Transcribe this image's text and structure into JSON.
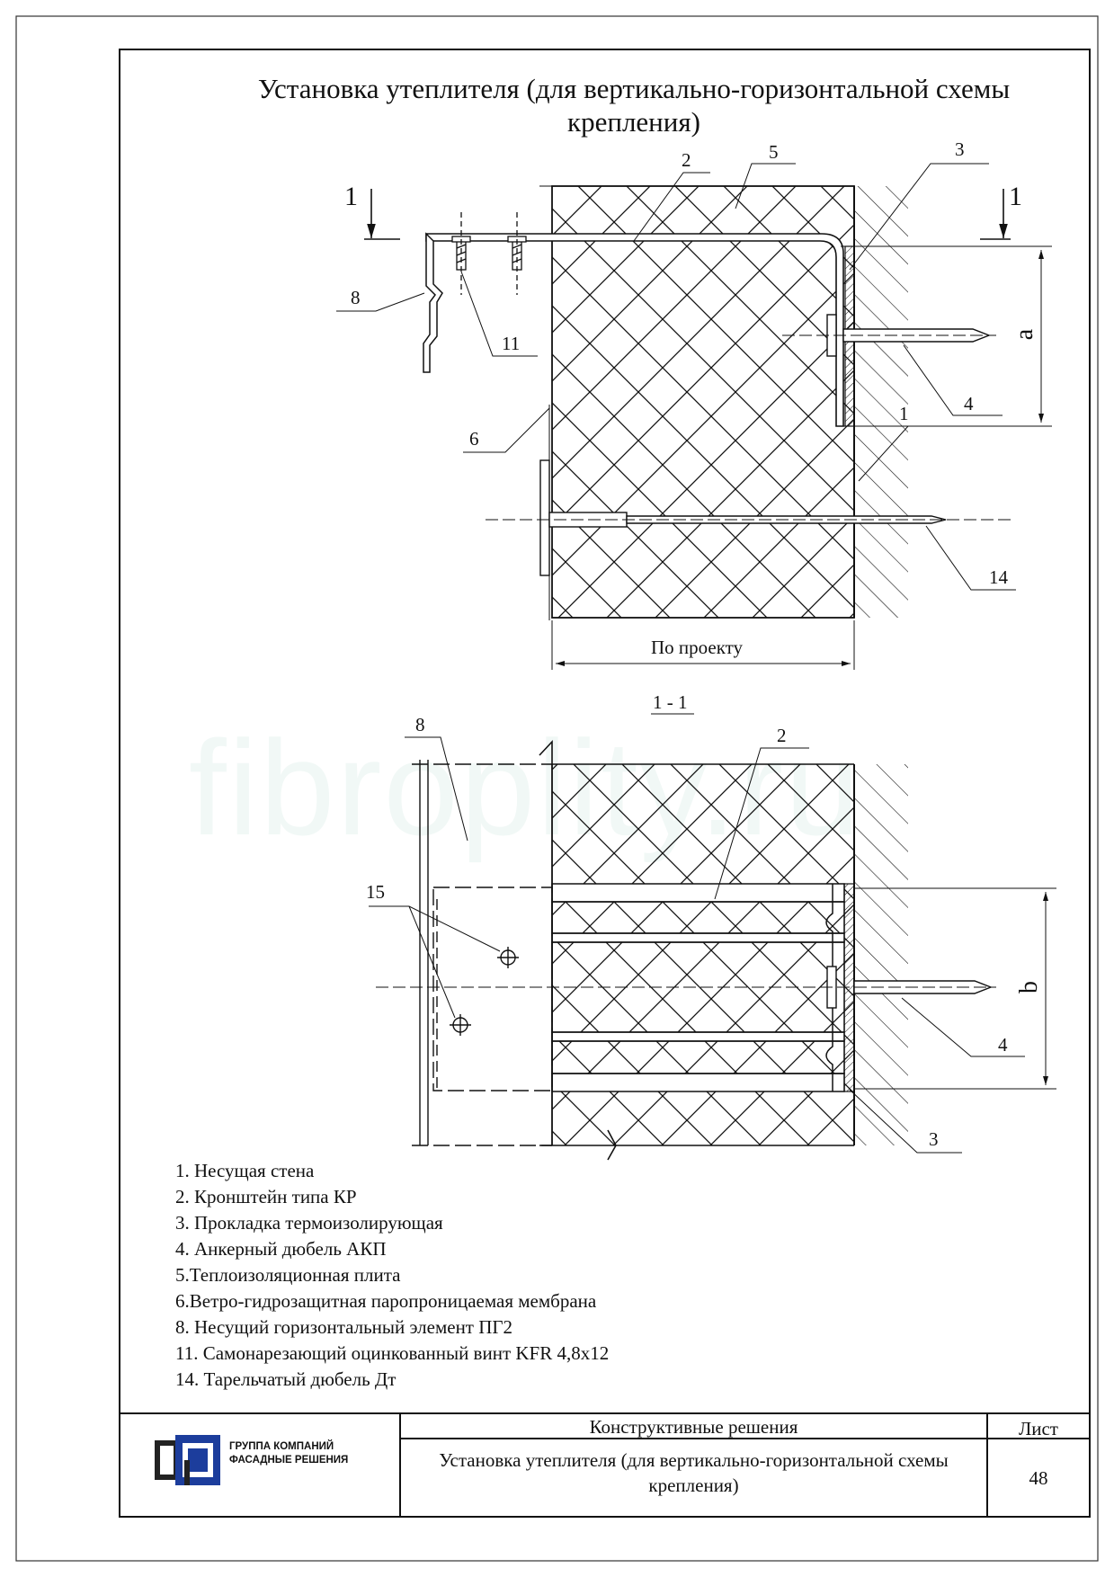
{
  "title": "Установка утеплителя (для вертикально-горизонтальной схемы крепления)",
  "watermark": "fibroplity.ru",
  "section_marks": [
    "1",
    "1"
  ],
  "section_title": "1 - 1",
  "dimensions": {
    "a": "a",
    "b": "b",
    "width": "По проекту"
  },
  "callouts_top": [
    "2",
    "5",
    "3",
    "8",
    "11",
    "4",
    "6",
    "1",
    "14"
  ],
  "callouts_bottom": [
    "8",
    "2",
    "15",
    "4",
    "3"
  ],
  "legend": [
    "1. Несущая стена",
    "2. Кронштейн типа КР",
    "3. Прокладка термоизолирующая",
    "4. Анкерный дюбель АКП",
    "5.Теплоизоляционная плита",
    "6.Ветро-гидрозащитная паропроницаемая мембрана",
    "8. Несущий горизонтальный элемент ПГ2",
    "11. Самонарезающий оцинкованный винт KFR 4,8x12",
    "14. Тарельчатый дюбель  Дт"
  ],
  "title_block": {
    "company_line1": "ГРУППА КОМПАНИЙ",
    "company_line2": "ФАСАДНЫЕ РЕШЕНИЯ",
    "section": "Конструктивные решения",
    "sheet_label": "Лист",
    "drawing_title": "Установка утеплителя (для вертикально-горизонтальной схемы крепления)",
    "sheet_number": "48"
  },
  "colors": {
    "line": "#111111",
    "logo_blue": "#1c3d9c",
    "logo_dark": "#222222",
    "watermark": "#f1f8f6"
  }
}
